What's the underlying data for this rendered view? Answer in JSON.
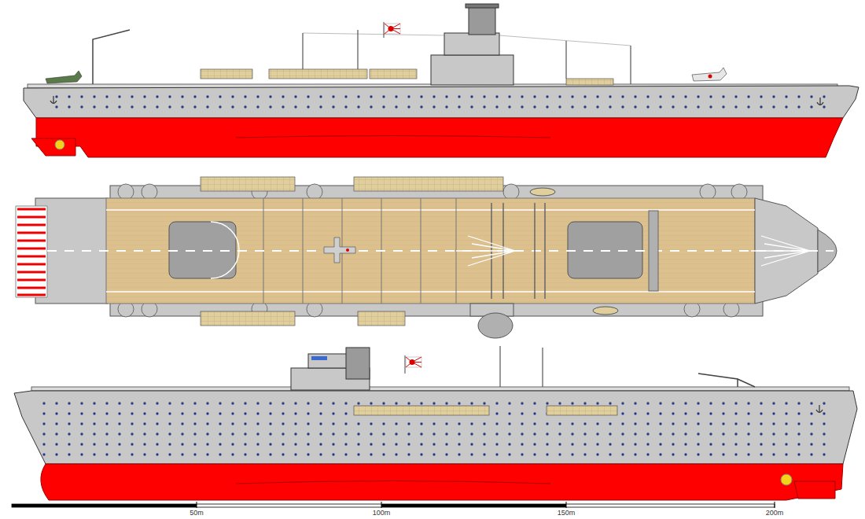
{
  "diagram": {
    "labels": [
      "50m",
      "100m",
      "150m",
      "200m"
    ]
  }
}
